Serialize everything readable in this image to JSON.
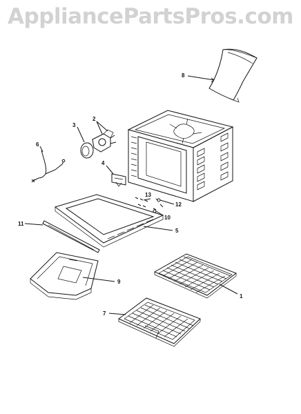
{
  "watermark": "AppliancePartsPros.com",
  "callouts": [
    {
      "id": "c1",
      "label": "1"
    },
    {
      "id": "c2",
      "label": "2"
    },
    {
      "id": "c3",
      "label": "3"
    },
    {
      "id": "c4",
      "label": "4"
    },
    {
      "id": "c5",
      "label": "5"
    },
    {
      "id": "c6",
      "label": "6"
    },
    {
      "id": "c7",
      "label": "7"
    },
    {
      "id": "c8",
      "label": "8"
    },
    {
      "id": "c9",
      "label": "9"
    },
    {
      "id": "c10",
      "label": "10"
    },
    {
      "id": "c11",
      "label": "11"
    },
    {
      "id": "c12",
      "label": "12"
    },
    {
      "id": "c13",
      "label": "13"
    }
  ]
}
